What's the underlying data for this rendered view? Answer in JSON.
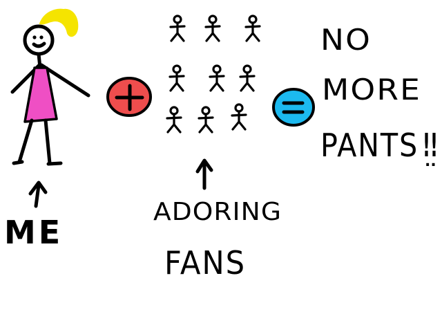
{
  "labels": {
    "me": "ME",
    "adoring": "ADORING",
    "fans": "FANS",
    "line1": "NO",
    "line2": "MORE",
    "line3": "PANTS",
    "exclaim": "!!",
    "dots": ".."
  },
  "symbols": {
    "plus": "+",
    "equals": "="
  },
  "colors": {
    "hair": "#f5e400",
    "dress": "#ef4fc4",
    "plus_circle": "#ee4d4d",
    "equals_circle": "#1cb9ef",
    "ink": "#000000",
    "background": "#ffffff"
  },
  "icons": {
    "me_arrow": "up-arrow-icon",
    "fans_arrow": "up-arrow-icon"
  }
}
